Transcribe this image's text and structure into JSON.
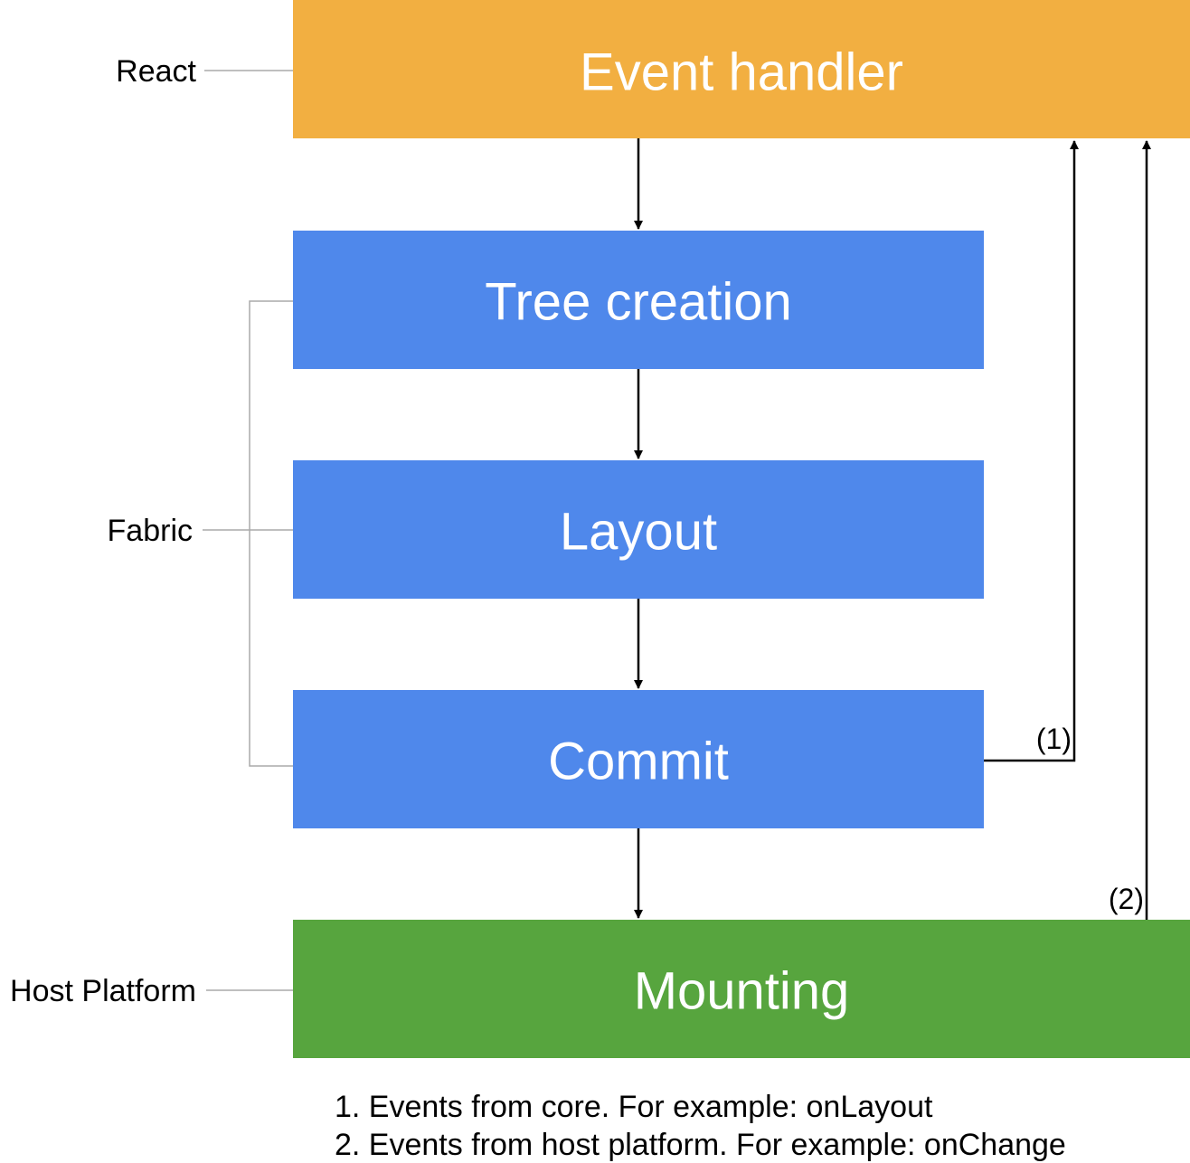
{
  "blocks": {
    "event_handler": {
      "label": "Event handler",
      "color": "#F2AF41"
    },
    "tree_creation": {
      "label": "Tree creation",
      "color": "#4F88EB"
    },
    "layout": {
      "label": "Layout",
      "color": "#4F88EB"
    },
    "commit": {
      "label": "Commit",
      "color": "#4F88EB"
    },
    "mounting": {
      "label": "Mounting",
      "color": "#57A53E"
    }
  },
  "side_labels": {
    "react": "React",
    "fabric": "Fabric",
    "host_platform": "Host Platform"
  },
  "arrow_marks": {
    "one": "(1)",
    "two": "(2)"
  },
  "footnotes": [
    "1. Events from core. For example: onLayout",
    "2. Events from host platform. For example: onChange"
  ]
}
